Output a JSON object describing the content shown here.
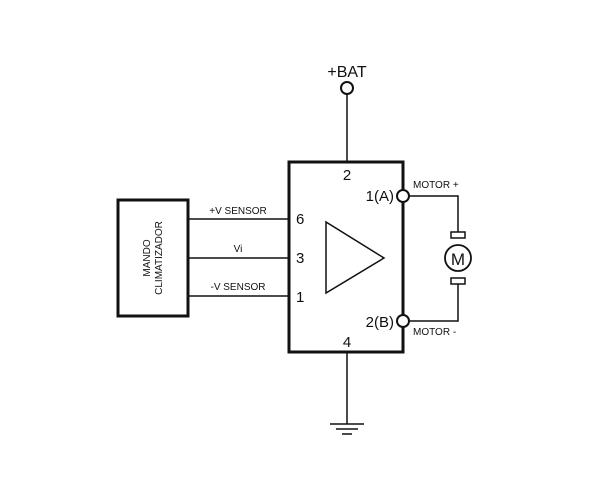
{
  "supply": {
    "label": "+BAT"
  },
  "controller": {
    "line1": "MANDO",
    "line2": "CLIMATIZADOR"
  },
  "signals": [
    {
      "name": "+V SENSOR",
      "pin": "6"
    },
    {
      "name": "Vi",
      "pin": "3"
    },
    {
      "name": "-V SENSOR",
      "pin": "1"
    }
  ],
  "ic": {
    "pin_top": "2",
    "pin_bottom": "4",
    "out_a": "1(A)",
    "out_b": "2(B)"
  },
  "motor": {
    "symbol": "M",
    "plus_label": "MOTOR +",
    "minus_label": "MOTOR -"
  }
}
